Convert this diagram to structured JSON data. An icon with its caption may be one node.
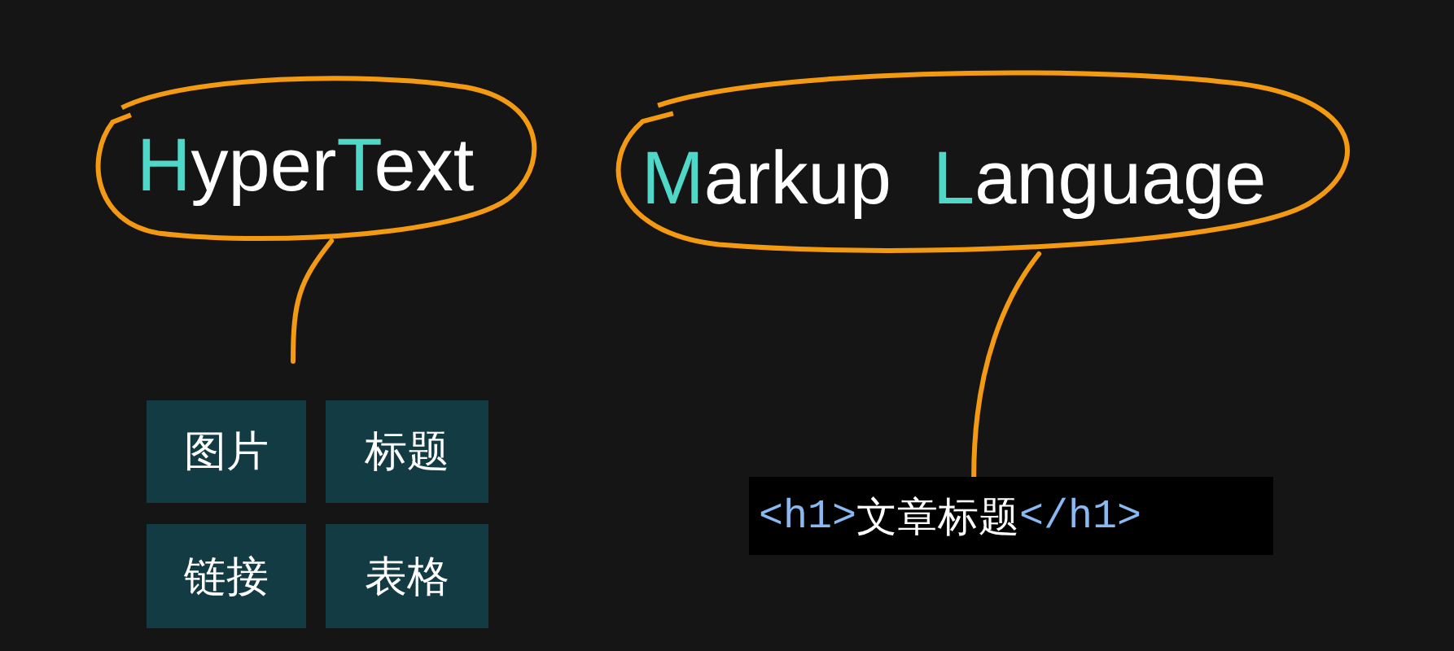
{
  "diagram": {
    "nodes": [
      {
        "text": [
          "HyperText"
        ]
      },
      {
        "text": [
          "Markup  Language"
        ]
      },
      {
        "text": [
          "图片"
        ]
      },
      {
        "text": [
          "标题"
        ]
      },
      {
        "text": [
          "链接"
        ]
      },
      {
        "text": [
          "表格"
        ]
      },
      {
        "text": [
          "<h1>文章标题</h1>"
        ]
      }
    ],
    "edges": [
      {
        "from": 0,
        "to": null,
        "arrow": "none"
      },
      {
        "from": 1,
        "to": 6,
        "arrow": "none"
      }
    ]
  }
}
